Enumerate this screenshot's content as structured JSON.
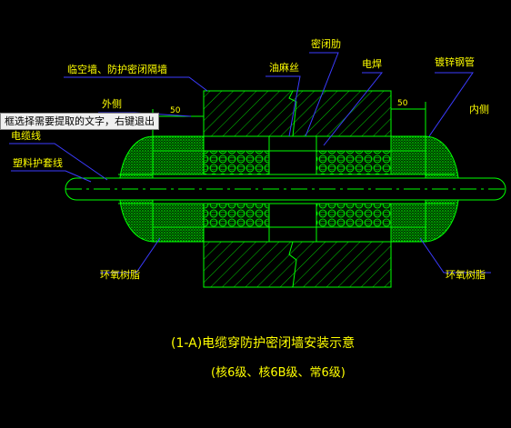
{
  "labels": {
    "wall": "临空墙、防护密闭隔墙",
    "oakum": "油麻丝",
    "seal_ring": "密闭肋",
    "weld": "电焊",
    "galv_pipe": "镀锌钢管",
    "outer": "外侧",
    "inner": "内侧",
    "cable": "电缆线",
    "plastic_sleeve": "塑料护套线",
    "epoxy_left": "环氧树脂",
    "epoxy_right": "环氧树脂",
    "dim_left": "50",
    "dim_right": "50"
  },
  "title": "(1-A)电缆穿防护密闭墙安装示意",
  "subtitle": "(核6级、核6B级、常6级)",
  "tooltip": "框选择需要提取的文字，右键退出",
  "colors": {
    "background": "#000000",
    "outline": "#00ff00",
    "text": "#ffff00",
    "leader": "#3b3bff"
  }
}
